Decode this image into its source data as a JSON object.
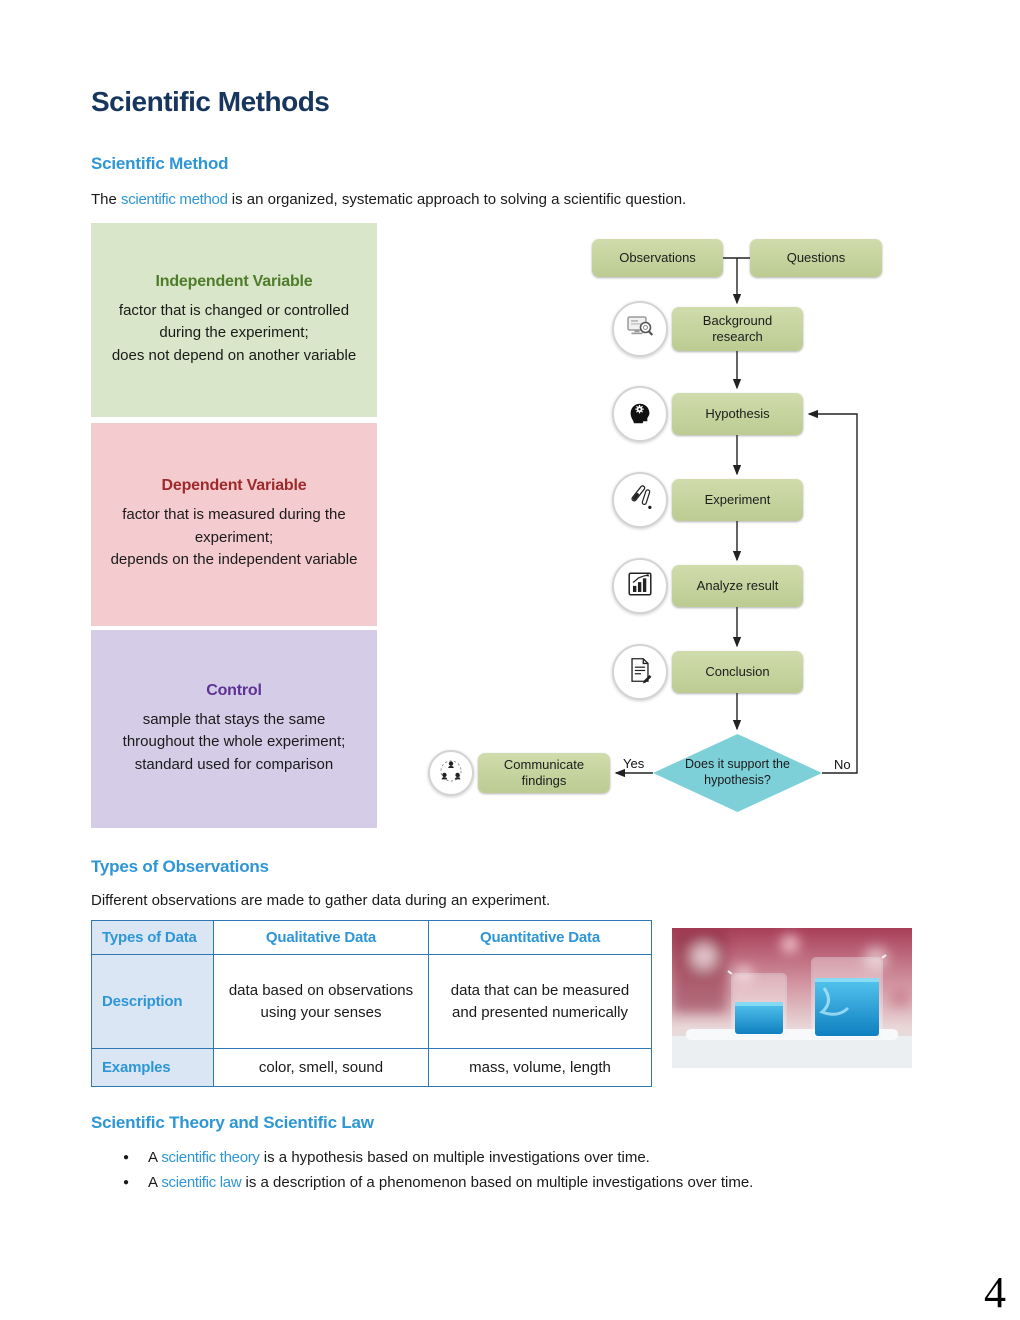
{
  "page": {
    "title": "Scientific Methods",
    "page_number": "4"
  },
  "colors": {
    "title_navy": "#17365d",
    "heading_blue": "#2e96d6",
    "green_box_bg": "#d9e6c9",
    "green_title": "#4d7c2a",
    "pink_box_bg": "#f4cccf",
    "red_title": "#9e2a2b",
    "purple_box_bg": "#d5cde7",
    "purple_title": "#5f3194",
    "flow_node_green": "#c6d2a0",
    "decision_teal": "#7ed0d8",
    "table_border_blue": "#2f76b5",
    "table_label_bg": "#dbe6f4"
  },
  "section_method": {
    "heading": "Scientific Method",
    "intro_prefix": "The ",
    "intro_highlight": "scientific method",
    "intro_suffix": " is an organized, systematic approach to solving a scientific question."
  },
  "definition_boxes": [
    {
      "title": "Independent Variable",
      "body": "factor that is changed or controlled during the experiment;\ndoes not depend on another variable"
    },
    {
      "title": "Dependent Variable",
      "body": "factor that is measured during the experiment;\ndepends on the independent variable"
    },
    {
      "title": "Control",
      "body": "sample that stays the same throughout the whole experiment;\nstandard used for comparison"
    }
  ],
  "flowchart": {
    "observations": "Observations",
    "questions": "Questions",
    "background_research": "Background research",
    "hypothesis": "Hypothesis",
    "experiment": "Experiment",
    "analyze_result": "Analyze result",
    "conclusion": "Conclusion",
    "decision": "Does it support the hypothesis?",
    "communicate": "Communicate findings",
    "yes_label": "Yes",
    "no_label": "No"
  },
  "observations_section": {
    "heading": "Types of Observations",
    "intro": "Different observations are made to gather data during an experiment."
  },
  "observations_table": {
    "headers": [
      "Types of Data",
      "Qualitative Data",
      "Quantitative Data"
    ],
    "rows": [
      {
        "label": "Description",
        "qualitative": "data based on observations using your senses",
        "quantitative": "data that can be measured and presented numerically"
      },
      {
        "label": "Examples",
        "qualitative": "color, smell, sound",
        "quantitative": "mass, volume, length"
      }
    ]
  },
  "theory_law": {
    "heading": "Scientific Theory and Scientific Law",
    "bullets": [
      {
        "prefix": "A ",
        "highlight": "scientific theory",
        "suffix": " is a hypothesis based on multiple investigations over time."
      },
      {
        "prefix": "A ",
        "highlight": "scientific law",
        "suffix": " is a description of a phenomenon based on multiple investigations over time."
      }
    ]
  }
}
